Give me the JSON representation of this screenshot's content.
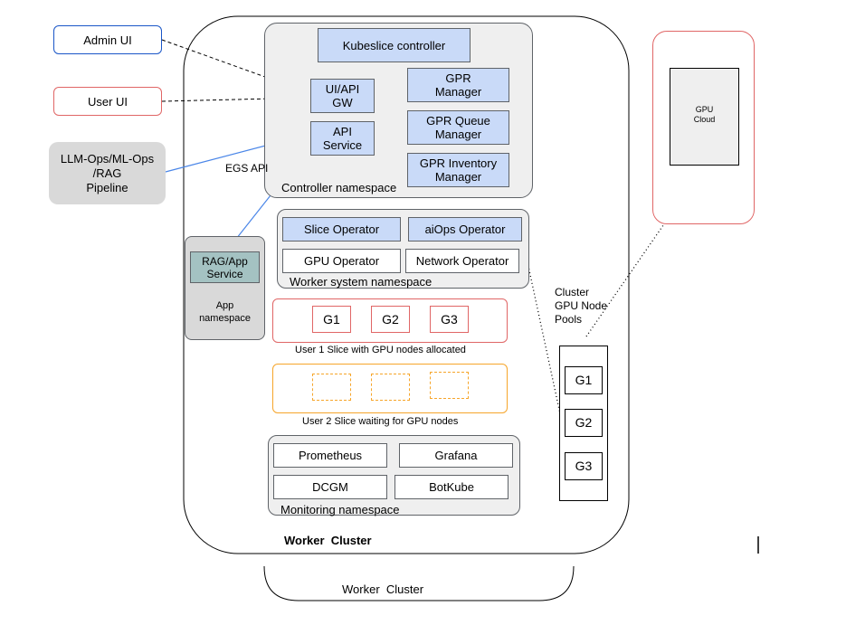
{
  "external": {
    "admin_ui": "Admin UI",
    "user_ui": "User UI",
    "pipeline": "LLM-Ops/ML-Ops\n/RAG\nPipeline"
  },
  "controller": {
    "kubeslice": "Kubeslice controller",
    "ui_api_gw": "UI/API\nGW",
    "api_service": "API\nService",
    "gpr_manager": "GPR\nManager",
    "gpr_queue_manager": "GPR Queue\nManager",
    "gpr_inventory_manager": "GPR Inventory\nManager",
    "namespace_label": "Controller namespace",
    "egs_api_label": "EGS API"
  },
  "app": {
    "rag_service": "RAG/App\nService",
    "namespace_label": "App\nnamespace"
  },
  "worker_system": {
    "slice_operator": "Slice Operator",
    "aiops_operator": "aiOps  Operator",
    "gpu_operator": "GPU Operator",
    "network_operator": "Network Operator",
    "namespace_label": "Worker system namespace"
  },
  "user1_slice": {
    "nodes": [
      "G1",
      "G2",
      "G3"
    ],
    "caption": "User 1 Slice  with GPU nodes allocated"
  },
  "user2_slice": {
    "caption": "User 2 Slice waiting for  GPU nodes"
  },
  "monitoring": {
    "prometheus": "Prometheus",
    "grafana": "Grafana",
    "dcgm": "DCGM",
    "botkube": "BotKube",
    "namespace_label": "Monitoring namespace"
  },
  "worker_cluster_label": "Worker  Cluster",
  "worker_cluster_label_2": "Worker  Cluster",
  "pools": {
    "label": "Cluster\nGPU Node\nPools",
    "nodes": [
      "G1",
      "G2",
      "G3"
    ]
  },
  "gpu_cloud": {
    "label": "GPU\nCloud"
  },
  "colors": {
    "blue_box": "#c9daf8",
    "admin_border": "#1a56c7",
    "red_border": "#e06666",
    "orange_border": "#f6a52a",
    "namespace_fill": "#efefef",
    "rag_fill": "#a4c2c2",
    "line_blue": "#4a86e8"
  }
}
